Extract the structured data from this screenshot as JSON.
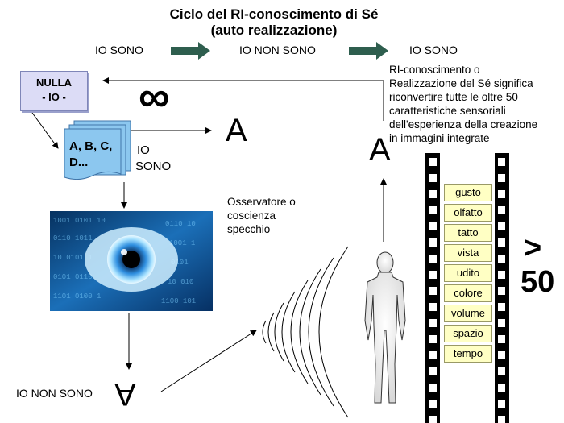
{
  "title": {
    "line1": "Ciclo del RI-conoscimento di Sé",
    "line2": "(auto realizzazione)"
  },
  "top_row": {
    "io_sono_1": "IO SONO",
    "io_non_sono": "IO NON SONO",
    "io_sono_2": "IO SONO"
  },
  "nulla_box": {
    "line1": "NULLA",
    "line2": "- IO -"
  },
  "infinity": "∞",
  "stack": {
    "line1": "A, B, C,",
    "line2": "D..."
  },
  "io_sono_side": {
    "line1": "IO",
    "line2": "SONO"
  },
  "letter_a_top": "A",
  "letter_a_right": "A",
  "observer": {
    "line1": "Osservatore o",
    "line2": "coscienza",
    "line3": "specchio"
  },
  "note": {
    "line1": "RI-conoscimento o",
    "line2": "Realizzazione del Sé significa",
    "line3": "riconvertire tutte le oltre 50",
    "line4": "caratteristiche sensoriali",
    "line5": "dell'esperienza della creazione",
    "line6": "in immagini integrate"
  },
  "io_non_sono_bottom": "IO NON SONO",
  "letter_a_inverted": "A",
  "film_labels": [
    "gusto",
    "olfatto",
    "tatto",
    "vista",
    "udito",
    "colore",
    "volume",
    "spazio",
    "tempo"
  ],
  "gt": ">",
  "fifty": "50",
  "colors": {
    "arrow_green": "#2e5e4e",
    "card_blue": "#8cc7ef",
    "box_lavender": "#dcdcf6",
    "film_yellow": "#ffffc4"
  }
}
